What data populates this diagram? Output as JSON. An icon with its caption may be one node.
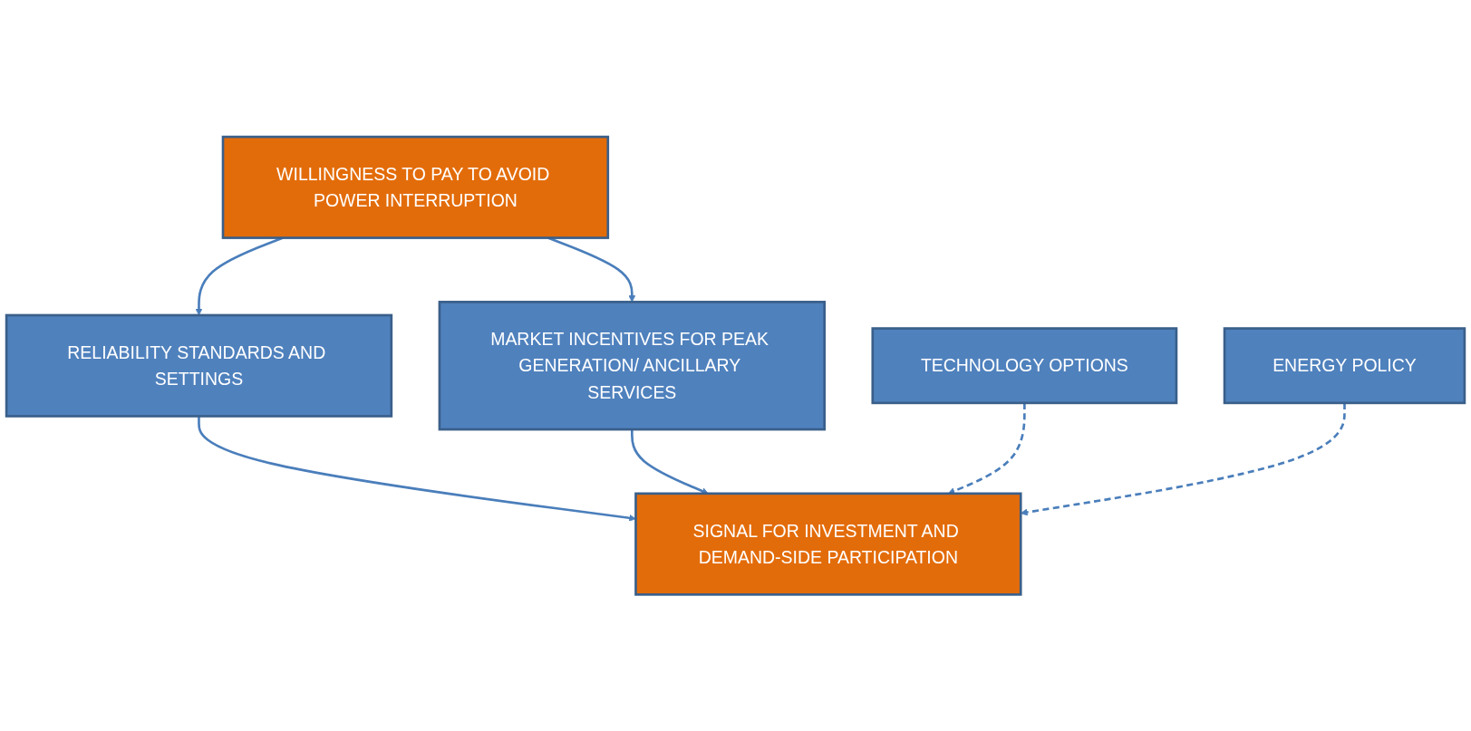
{
  "diagram": {
    "nodes": [
      {
        "text": [
          "WILLINGNESS TO PAY TO AVOID POWER INTERRUPTION"
        ]
      },
      {
        "text": [
          "RELIABILITY STANDARDS AND SETTINGS"
        ]
      },
      {
        "text": [
          "MARKET INCENTIVES FOR PEAK GENERATION/ ANCILLARY SERVICES"
        ]
      },
      {
        "text": [
          "TECHNOLOGY OPTIONS"
        ]
      },
      {
        "text": [
          "SIGNAL FOR INVESTMENT AND DEMAND-SIDE PARTICIPATION"
        ]
      },
      {
        "text": [
          "ENERGY POLICY"
        ]
      }
    ],
    "edges": [
      {
        "from": 0,
        "to": 1,
        "arrow": "to"
      },
      {
        "from": 0,
        "to": 2,
        "arrow": "to"
      },
      {
        "from": 1,
        "to": 4,
        "arrow": "to"
      },
      {
        "from": 2,
        "to": 4,
        "arrow": "to"
      },
      {
        "from": 3,
        "to": 4,
        "arrow": "to",
        "style": "dashed"
      },
      {
        "from": 5,
        "to": 4,
        "arrow": "to",
        "style": "dashed"
      }
    ]
  }
}
